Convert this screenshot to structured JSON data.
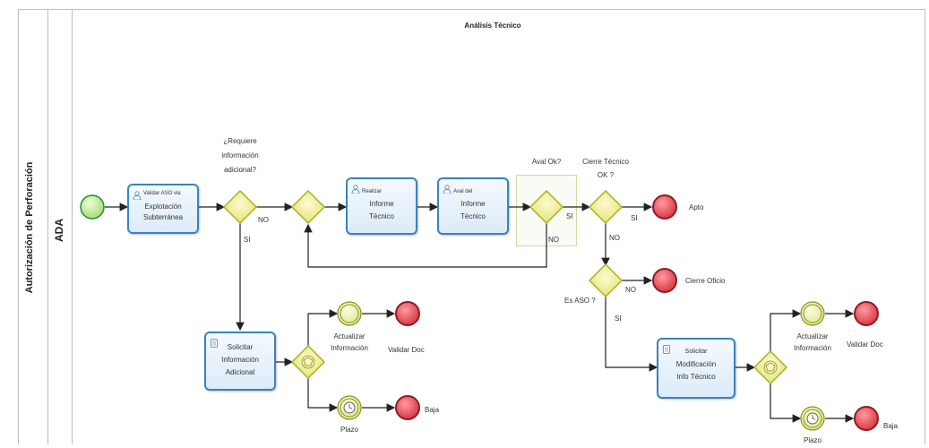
{
  "pool": {
    "title": "Autorización de Perforación"
  },
  "lane": {
    "title": "ADA"
  },
  "diagram": {
    "header": "Análisis Técnico"
  },
  "tasks": {
    "t1": {
      "line1": "Validar ASO via",
      "line2": "Explotación",
      "line3": "Subterránea"
    },
    "t2": {
      "line1": "Realizar",
      "line2": "Informe",
      "line3": "Técnico"
    },
    "t3": {
      "line1": "Aval del",
      "line2": "Informe",
      "line3": "Técnico"
    },
    "t4": {
      "line1": "Solicitar",
      "line2": "Información",
      "line3": "Adicional"
    },
    "t5": {
      "line1": "Solicitar",
      "line2": "Modificación",
      "line3": "Info Técnico"
    }
  },
  "gateways": {
    "g1": {
      "question": "¿Requiere información adicional?",
      "l1": "¿Requiere",
      "l2": "información",
      "l3": "adicional?",
      "no": "NO",
      "yes": "SI"
    },
    "g3": {
      "question": "Aval Ok?",
      "yes": "SI",
      "no": "NO"
    },
    "g4": {
      "question_l1": "Cierre Técnico",
      "question_l2": "OK ?",
      "yes": "SI",
      "no": "NO"
    },
    "g5": {
      "question": "Es ASO ?",
      "no": "NO",
      "yes": "SI"
    }
  },
  "events": {
    "end_apto": "Apto",
    "end_cierre": "Cierre Oficio",
    "inter_actualizar_1_l1": "Actualizar",
    "inter_actualizar_1_l2": "Información",
    "end_validar_1": "Validar Doc",
    "timer_plazo_1": "Plazo",
    "end_baja_1": "Baja",
    "inter_actualizar_2_l1": "Actualizar",
    "inter_actualizar_2_l2": "Información",
    "end_validar_2": "Validar Doc",
    "timer_plazo_2": "Plazo",
    "end_baja_2": "Baja"
  },
  "colors": {
    "task_border": "#3a82c4",
    "gateway_fill": "#f3f2a6",
    "gateway_border": "#a8b31c",
    "start_fill": "#c6ec9c",
    "start_border": "#2f8a2f",
    "end_fill": "#e8505a",
    "end_border": "#8e1d24",
    "intermediate_fill": "#eef1a8"
  }
}
